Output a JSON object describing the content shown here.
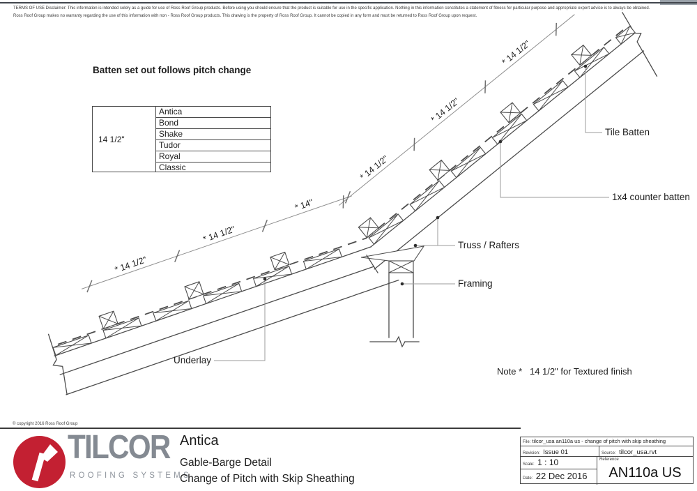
{
  "sheet": {
    "disclaimer_line1": "TERMS OF USE Disclaimer: This information is intended solely as a guide for use of Ross Roof Group products. Before using you should ensure that the product is suitable for use in the specific application. Nothing in this information constitutes a statement of fitness for particular purpose and appropriate expert advice is to always be obtained.",
    "disclaimer_line2": "Ross Roof Group makes no warranty regarding the use of this information with non - Ross Roof Group products. This drawing is the property of Ross Roof Group. It cannot be copied in any form and must be returned to Ross Roof Group upon request.",
    "copyright": "© copyright 2016 Ross Roof Group"
  },
  "drawing": {
    "heading": "Batten set out follows pitch change",
    "note": "Note *   14 1/2\" for Textured finish",
    "spec_table": {
      "spacing": "14 1/2\"",
      "profiles": [
        "Antica",
        "Bond",
        "Shake",
        "Tudor",
        "Royal",
        "Classic"
      ]
    },
    "dimensions": {
      "shallow": [
        "* 14 1/2\"",
        "* 14 1/2\"",
        "* 14\""
      ],
      "steep": [
        "* 14 1/2\"",
        "* 14 1/2\"",
        "* 14 1/2\""
      ]
    },
    "labels": {
      "tile_batten": "Tile Batten",
      "counter_batten": "1x4 counter batten",
      "truss_rafters": "Truss / Rafters",
      "framing": "Framing",
      "underlay": "Underlay"
    }
  },
  "footer": {
    "brand": "TILCOR",
    "brand_tagline": "ROOFING SYSTEMS",
    "product": "Antica",
    "drawing_title": "Gable-Barge Detail",
    "drawing_subtitle": "Change of Pitch with Skip Sheathing"
  },
  "title_block": {
    "file_label": "File:",
    "file_value": "tilcor_usa an110a us - change of pitch with skip sheathing",
    "revision_label": "Revision:",
    "revision_value": "Issue 01",
    "source_label": "Source:",
    "source_value": "tilcor_usa.rvt",
    "scale_label": "Scale:",
    "scale_value": "1 : 10",
    "reference_label": "Reference",
    "date_label": "Date:",
    "date_value": "22 Dec 2016",
    "sheet_number": "AN110a US"
  },
  "colors": {
    "logo_red": "#c32032",
    "brand_gray": "#848a92",
    "line_dark": "#4a4a4a",
    "leader_gray": "#9b9b9b"
  }
}
